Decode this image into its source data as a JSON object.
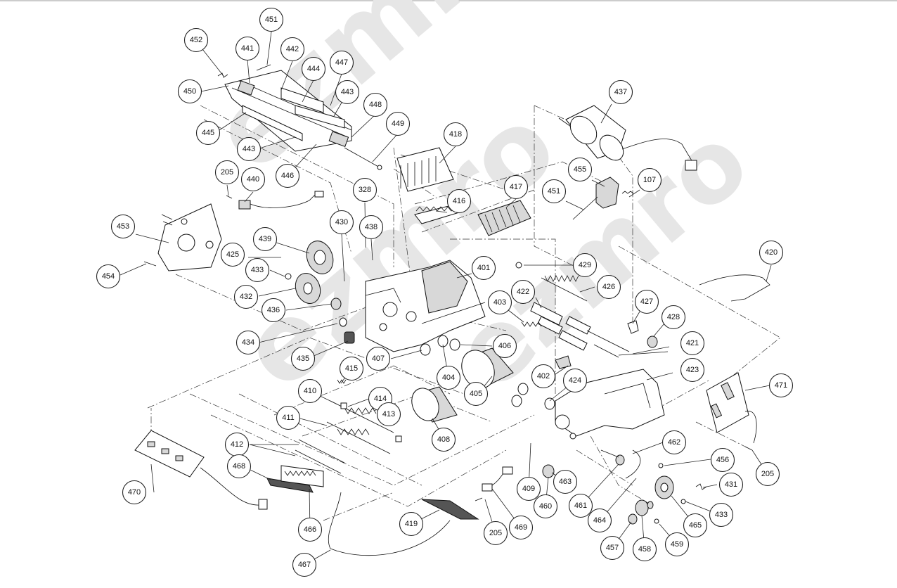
{
  "watermark": "ezmro",
  "callouts": [
    {
      "id": "c451a",
      "label": "451"
    },
    {
      "id": "c452",
      "label": "452"
    },
    {
      "id": "c441",
      "label": "441"
    },
    {
      "id": "c442",
      "label": "442"
    },
    {
      "id": "c444",
      "label": "444"
    },
    {
      "id": "c447",
      "label": "447"
    },
    {
      "id": "c450",
      "label": "450"
    },
    {
      "id": "c443a",
      "label": "443"
    },
    {
      "id": "c448",
      "label": "448"
    },
    {
      "id": "c449",
      "label": "449"
    },
    {
      "id": "c445",
      "label": "445"
    },
    {
      "id": "c443b",
      "label": "443"
    },
    {
      "id": "c446",
      "label": "446"
    },
    {
      "id": "c437",
      "label": "437"
    },
    {
      "id": "c418",
      "label": "418"
    },
    {
      "id": "c455",
      "label": "455"
    },
    {
      "id": "c205a",
      "label": "205"
    },
    {
      "id": "c440",
      "label": "440"
    },
    {
      "id": "c328",
      "label": "328"
    },
    {
      "id": "c417",
      "label": "417"
    },
    {
      "id": "c451b",
      "label": "451"
    },
    {
      "id": "c107",
      "label": "107"
    },
    {
      "id": "c416",
      "label": "416"
    },
    {
      "id": "c453",
      "label": "453"
    },
    {
      "id": "c430",
      "label": "430"
    },
    {
      "id": "c438",
      "label": "438"
    },
    {
      "id": "c439",
      "label": "439"
    },
    {
      "id": "c425",
      "label": "425"
    },
    {
      "id": "c420",
      "label": "420"
    },
    {
      "id": "c433a",
      "label": "433"
    },
    {
      "id": "c401",
      "label": "401"
    },
    {
      "id": "c429",
      "label": "429"
    },
    {
      "id": "c454",
      "label": "454"
    },
    {
      "id": "c432",
      "label": "432"
    },
    {
      "id": "c426",
      "label": "426"
    },
    {
      "id": "c422",
      "label": "422"
    },
    {
      "id": "c436",
      "label": "436"
    },
    {
      "id": "c403",
      "label": "403"
    },
    {
      "id": "c427",
      "label": "427"
    },
    {
      "id": "c428",
      "label": "428"
    },
    {
      "id": "c434",
      "label": "434"
    },
    {
      "id": "c406",
      "label": "406"
    },
    {
      "id": "c421",
      "label": "421"
    },
    {
      "id": "c435",
      "label": "435"
    },
    {
      "id": "c407",
      "label": "407"
    },
    {
      "id": "c415",
      "label": "415"
    },
    {
      "id": "c402",
      "label": "402"
    },
    {
      "id": "c423",
      "label": "423"
    },
    {
      "id": "c404",
      "label": "404"
    },
    {
      "id": "c424",
      "label": "424"
    },
    {
      "id": "c471",
      "label": "471"
    },
    {
      "id": "c410",
      "label": "410"
    },
    {
      "id": "c405",
      "label": "405"
    },
    {
      "id": "c414",
      "label": "414"
    },
    {
      "id": "c413",
      "label": "413"
    },
    {
      "id": "c411",
      "label": "411"
    },
    {
      "id": "c408",
      "label": "408"
    },
    {
      "id": "c412",
      "label": "412"
    },
    {
      "id": "c462",
      "label": "462"
    },
    {
      "id": "c456",
      "label": "456"
    },
    {
      "id": "c205b",
      "label": "205"
    },
    {
      "id": "c468",
      "label": "468"
    },
    {
      "id": "c463",
      "label": "463"
    },
    {
      "id": "c431",
      "label": "431"
    },
    {
      "id": "c470",
      "label": "470"
    },
    {
      "id": "c409",
      "label": "409"
    },
    {
      "id": "c460",
      "label": "460"
    },
    {
      "id": "c461",
      "label": "461"
    },
    {
      "id": "c433b",
      "label": "433"
    },
    {
      "id": "c464",
      "label": "464"
    },
    {
      "id": "c465",
      "label": "465"
    },
    {
      "id": "c466",
      "label": "466"
    },
    {
      "id": "c419",
      "label": "419"
    },
    {
      "id": "c469",
      "label": "469"
    },
    {
      "id": "c205c",
      "label": "205"
    },
    {
      "id": "c459",
      "label": "459"
    },
    {
      "id": "c457",
      "label": "457"
    },
    {
      "id": "c458",
      "label": "458"
    },
    {
      "id": "c467",
      "label": "467"
    }
  ]
}
